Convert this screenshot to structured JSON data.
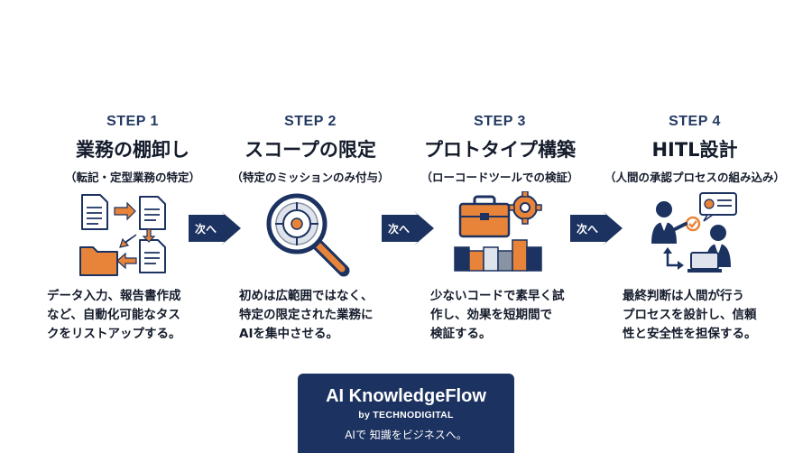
{
  "steps": [
    {
      "label": "STEP 1",
      "title": "業務の棚卸し",
      "subtitle": "（転記・定型業務の特定）",
      "icon": "documents-folder-icon",
      "desc": [
        "データ入力、報告書作成",
        "など、自動化可能なタス",
        "クをリストアップする。"
      ]
    },
    {
      "label": "STEP 2",
      "title": "スコープの限定",
      "subtitle": "（特定のミッションのみ付与）",
      "icon": "target-magnifier-icon",
      "desc": [
        "初めは広範囲ではなく、",
        "特定の限定された業務に",
        "AIを集中させる。"
      ]
    },
    {
      "label": "STEP 3",
      "title": "プロトタイプ構築",
      "subtitle": "（ローコードツールでの検証）",
      "icon": "toolbox-gear-blocks-icon",
      "desc": [
        "少ないコードで素早く試",
        "作し、効果を短期間で",
        "検証する。"
      ]
    },
    {
      "label": "STEP 4",
      "title": "HITL設計",
      "subtitle": "（人間の承認プロセスの組み込み）",
      "icon": "human-approval-icon",
      "desc": [
        "最終判断は人間が行う",
        "プロセスを設計し、信頼",
        "性と安全性を担保する。"
      ]
    }
  ],
  "next_label": "次へ",
  "brand": {
    "title": "AI KnowledgeFlow",
    "by": "by TECHNODIGITAL",
    "tagline": "AIで 知識をビジネスへ。"
  },
  "colors": {
    "navy": "#1c3260",
    "orange": "#e8843a",
    "gray": "#8a93a3"
  }
}
